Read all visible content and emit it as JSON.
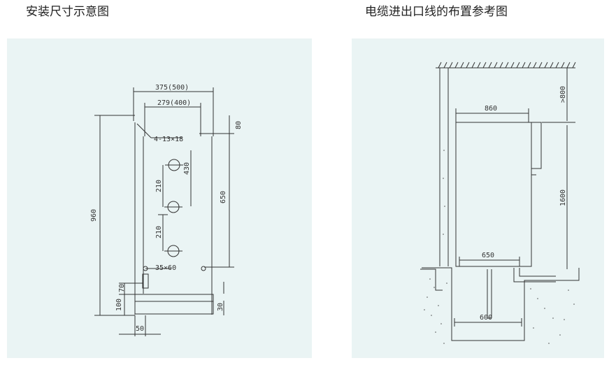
{
  "captions": {
    "left": "安装尺寸示意图",
    "right": "电缆进出口线的布置参考图"
  },
  "left_diagram": {
    "dimensions": {
      "overall_width": "375(500)",
      "hole_spacing_width": "279(400)",
      "mounting_holes": "4-13×18",
      "top_offset": "80",
      "hole_gap_upper": "430",
      "hole_gap_lower": "650",
      "pitch_1": "210",
      "pitch_2": "210",
      "total_height": "960",
      "bottom_slot": "35×60",
      "base_70": "70",
      "base_100": "100",
      "base_30": "30",
      "base_50": "50"
    }
  },
  "right_diagram": {
    "dimensions": {
      "clearance_top": ">800",
      "cabinet_depth": "860",
      "cabinet_height": "1600",
      "bottom_depth": "650",
      "trench_width": "600"
    }
  },
  "colors": {
    "panel_bg": "#eaf4f4",
    "line": "#333333",
    "concrete": "#dde6e6"
  }
}
